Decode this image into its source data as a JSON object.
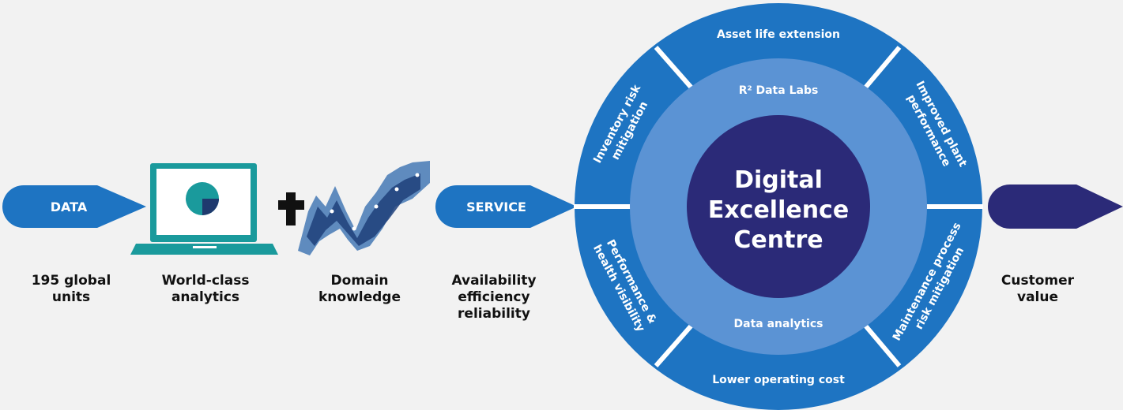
{
  "flow": {
    "data_arrow_label": "DATA",
    "service_arrow_label": "SERVICE",
    "captions": {
      "data": "195 global\nunits",
      "analytics": "World-class\nanalytics",
      "domain": "Domain\nknowledge",
      "service": "Availability\nefficiency\nreliability",
      "customer": "Customer\nvalue"
    }
  },
  "wheel": {
    "center_title": [
      "Digital",
      "Excellence",
      "Centre"
    ],
    "inner_top": "R² Data Labs",
    "inner_bottom": "Data analytics",
    "segments": {
      "top": "Asset life extension",
      "upper_right": [
        "Improved plant",
        "performance"
      ],
      "lower_right": [
        "Maintenance process",
        "risk mitigation"
      ],
      "bottom": "Lower operating cost",
      "lower_left": [
        "Performance &",
        "health visibility"
      ],
      "upper_left": [
        "Inventory risk",
        "mitigation"
      ]
    }
  },
  "colors": {
    "blue": "#1e74c2",
    "mid_blue": "#5b93d4",
    "navy": "#2b2a78",
    "teal": "#1a9a9c",
    "white": "#ffffff",
    "text": "#111111"
  }
}
